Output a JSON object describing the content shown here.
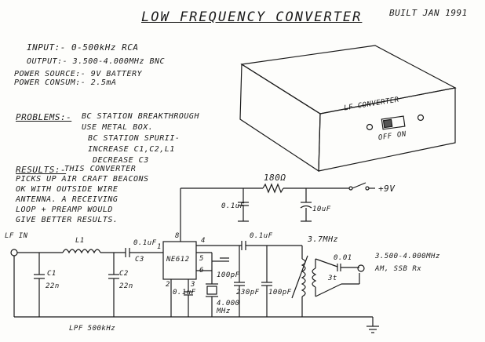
{
  "header": {
    "title": "LOW FREQUENCY CONVERTER",
    "built": "BUILT JAN 1991"
  },
  "specs": {
    "input": "INPUT:- 0-500kHz RCA",
    "output": "OUTPUT:- 3.500-4.000MHz BNC",
    "power_source": "POWER SOURCE:- 9V BATTERY",
    "power_consume": "POWER CONSUM:- 2.5mA"
  },
  "problems": {
    "heading": "PROBLEMS:-",
    "lines": [
      "BC STATION BREAKTHROUGH",
      "USE METAL BOX.",
      "BC STATION SPURII-",
      "INCREASE C1,C2,L1",
      "DECREASE C3"
    ]
  },
  "results": {
    "heading": "RESULTS:-",
    "lines": [
      "THIS CONVERTER",
      "PICKS UP AIR CRAFT BEACONS",
      "OK WITH OUTSIDE WIRE",
      "ANTENNA. A RECEIVING",
      "LOOP + PREAMP WOULD",
      "GIVE BETTER RESULTS."
    ]
  },
  "box": {
    "label": "LF CONVERTER",
    "off": "OFF",
    "on": "ON"
  },
  "schematic": {
    "lf_in": "LF IN",
    "l1": "L1",
    "c1_name": "C1",
    "c1_val": "22n",
    "c2_name": "C2",
    "c2_val": "22n",
    "c3_val": "0.1uF",
    "c3_name": "C3",
    "ic": "NE612",
    "pin1": "1",
    "pin2": "2",
    "pin3": "3",
    "pin4": "4",
    "pin5": "5",
    "pin6": "6",
    "pin8": "8",
    "cap_gnd_val": "0.1uF",
    "cap_100p_a": "100pF",
    "crystal_freq": "4.000 MHz",
    "cap_230p": "230pF",
    "cap_100p_b": "100pF",
    "cap_out": "0.1uF",
    "coil_freq": "3.7MHz",
    "coil_cap": "0.01",
    "turns": "3t",
    "out_freq": "3.500-4.000MHz",
    "out_rx": "AM, SSB Rx",
    "resistor": "180Ω",
    "supply_cap_a": "0.1uF",
    "supply_cap_b": "10uF",
    "supply": "+9V",
    "lpf": "LPF 500kHz"
  }
}
